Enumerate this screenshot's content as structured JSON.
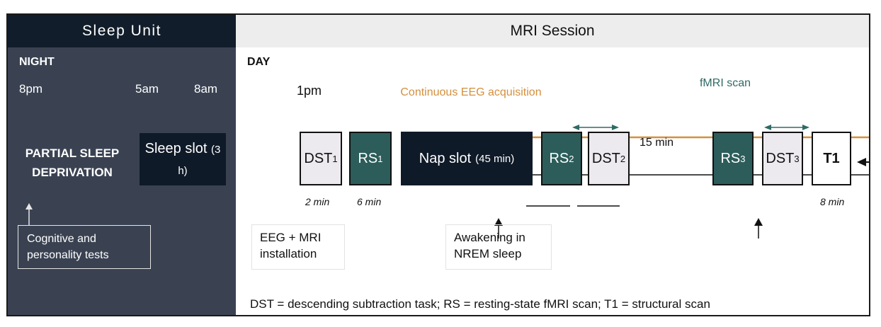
{
  "left_panel": {
    "title": "Sleep Unit",
    "period": "NIGHT",
    "times": [
      "8pm",
      "5am",
      "8am"
    ],
    "condition": "PARTIAL SLEEP DEPRIVATION",
    "sleep_slot": {
      "label": "Sleep slot",
      "duration": "(3 h)"
    },
    "tests": "Cognitive and personality tests",
    "color_dark": "#111d2b",
    "color_panel": "#3a4252"
  },
  "right_panel": {
    "title": "MRI Session",
    "period": "DAY",
    "start_time": "1pm",
    "eeg_note": "Continuous EEG acquisition",
    "fmri_note": "fMRI scan",
    "blocks": {
      "dst1": {
        "main": "DST",
        "sub": "1"
      },
      "rs1": {
        "main": "RS",
        "sub": "1"
      },
      "nap": {
        "main": "Nap slot",
        "duration": "(45 min)"
      },
      "rs2": {
        "main": "RS",
        "sub": "2"
      },
      "dst2": {
        "main": "DST",
        "sub": "2"
      },
      "rs3": {
        "main": "RS",
        "sub": "3"
      },
      "dst3": {
        "main": "DST",
        "sub": "3"
      },
      "t1": {
        "main": "T1"
      }
    },
    "gap_label": "15 min",
    "durations": {
      "dst": "2 min",
      "rs": "6 min",
      "t1": "8 min"
    },
    "callouts": {
      "installation": "EEG + MRI installation",
      "awakening": "Awakening in NREM sleep"
    },
    "legend": "DST = descending subtraction task; RS = resting-state fMRI scan; T1 = structural scan",
    "color_eeg": "#d4903e",
    "color_rs": "#2c5d5a",
    "color_dst": "#ece9ef"
  }
}
